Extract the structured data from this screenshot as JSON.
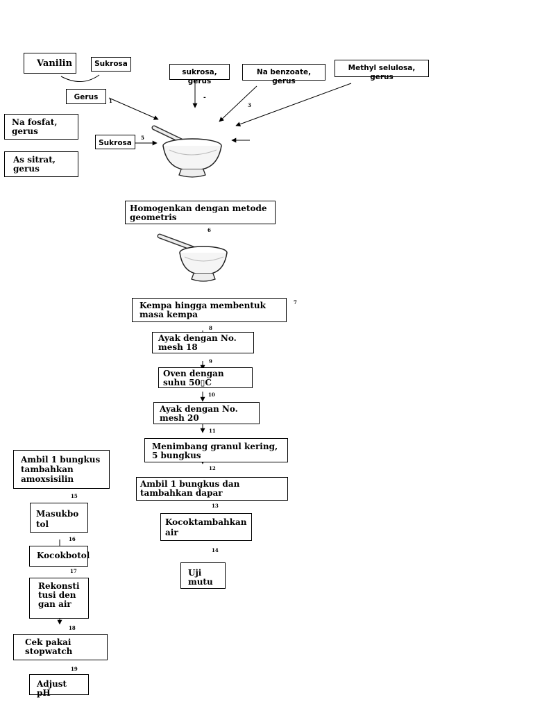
{
  "top": {
    "vanilin": "Vanilin",
    "sukrosa_top": "Sukrosa",
    "sukrosa_gerus": "sukrosa, gerus",
    "na_benzoate": "Na benzoate, gerus",
    "methyl_selulosa": "Methyl selulosa, gerus",
    "gerus": "Gerus",
    "na_fosfat": "Na fosfat, gerus",
    "as_sitrat": "As sitrat, gerus",
    "sukrosa_left": "Sukrosa",
    "dash_mark": "-"
  },
  "icons": {
    "mortar": "mortar-pestle-icon"
  },
  "main_steps": [
    "Homogenkan dengan metode geometris",
    "Kempa hingga membentuk masa kempa",
    "Ayak dengan No. mesh 18",
    "Oven dengan suhu 50▯C",
    "Ayak dengan No. mesh 20",
    "Menimbang granul kering, 5 bungkus",
    "Ambil 1 bungkus dan tambahkan dapar",
    "Kocoktambahkan air",
    "Uji mutu"
  ],
  "left_steps": [
    "Ambil 1 bungkus tambahkan amoxsisilin",
    "Masukbotol",
    "Kocokbotol",
    "Rekonstitusi dengan air",
    "Cek pakai stopwatch",
    "Adjust pH"
  ],
  "step_numbers": [
    "1",
    "3",
    "5",
    "6",
    "7",
    "8",
    "9",
    "10",
    "11",
    "12",
    "13",
    "14",
    "15",
    "16",
    "17",
    "18",
    "19"
  ]
}
